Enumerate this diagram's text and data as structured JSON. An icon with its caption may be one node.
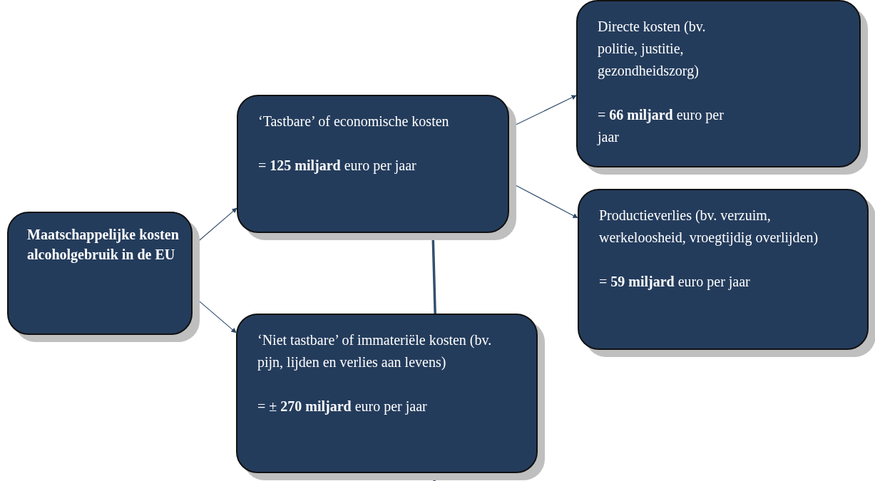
{
  "diagram": {
    "nodes": [
      {
        "text": [
          "Maatschappelijke kosten alcoholgebruik in de EU"
        ]
      },
      {
        "text": [
          "‘Tastbare’ of economische kosten",
          "= **125 miljard** euro per jaar"
        ]
      },
      {
        "text": [
          "‘Niet tastbare’ of immateriële kosten (bv. pijn, lijden en verlies aan levens)",
          "= ± **270 miljard** euro per jaar"
        ]
      },
      {
        "text": [
          "Directe kosten (bv. politie, justitie, gezondheidszorg)",
          "= **66 miljard** euro per jaar"
        ]
      },
      {
        "text": [
          "Productieverlies (bv. verzuim, werkeloosheid, vroegtijdig overlijden)",
          "= **59 miljard** euro per jaar"
        ]
      }
    ],
    "edges": [
      {
        "from": 0,
        "to": 1,
        "arrow": "to"
      },
      {
        "from": 0,
        "to": 2,
        "arrow": "to"
      },
      {
        "from": 1,
        "to": 3,
        "arrow": "to"
      },
      {
        "from": 1,
        "to": 4,
        "arrow": "to"
      },
      {
        "from": 1,
        "to": 2,
        "arrow": "none",
        "style": "thick"
      },
      {
        "from": 2,
        "to": null,
        "arrow": "none",
        "style": "thick"
      }
    ]
  }
}
